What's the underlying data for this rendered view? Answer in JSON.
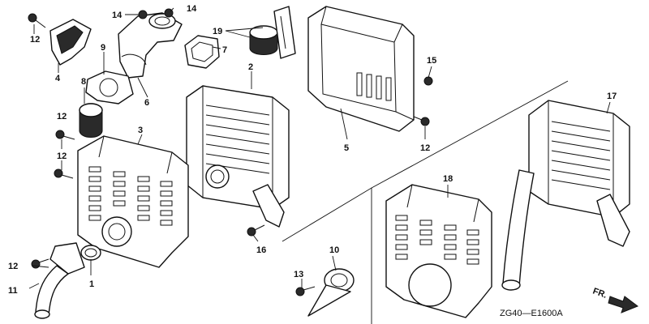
{
  "diagram_code": "ZG40—E1600A",
  "direction_label": "FR.",
  "callouts": {
    "c1": "1",
    "c2": "2",
    "c3": "3",
    "c4": "4",
    "c5": "5",
    "c6": "6",
    "c7": "7",
    "c8": "8",
    "c9": "9",
    "c10": "10",
    "c11": "11",
    "c12a": "12",
    "c12b": "12",
    "c12c": "12",
    "c12d": "12",
    "c12e": "12",
    "c13": "13",
    "c14a": "14",
    "c14b": "14",
    "c15": "15",
    "c16": "16",
    "c17": "17",
    "c18": "18",
    "c19": "19"
  }
}
